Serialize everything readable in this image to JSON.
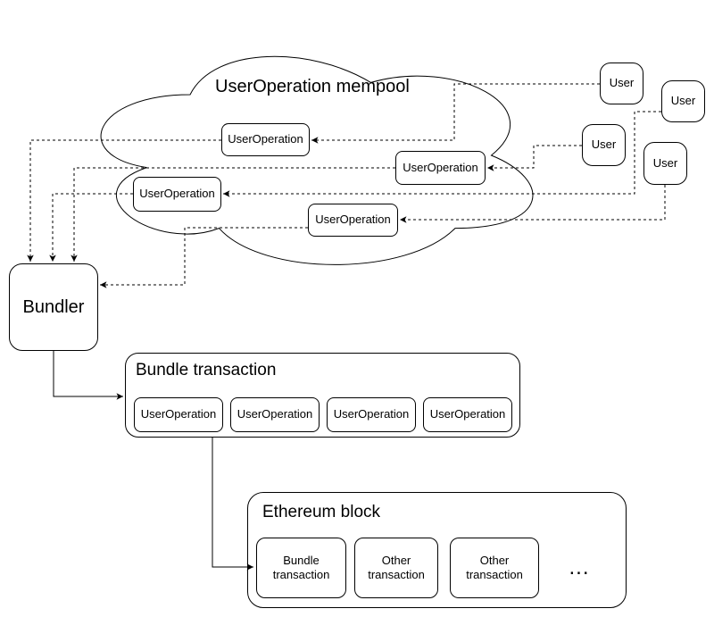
{
  "colors": {
    "stroke": "#000000",
    "background": "#ffffff"
  },
  "mempool": {
    "title": "UserOperation mempool"
  },
  "cloud_userops": [
    {
      "label": "UserOperation"
    },
    {
      "label": "UserOperation"
    },
    {
      "label": "UserOperation"
    },
    {
      "label": "UserOperation"
    }
  ],
  "users": [
    {
      "label": "User"
    },
    {
      "label": "User"
    },
    {
      "label": "User"
    },
    {
      "label": "User"
    }
  ],
  "bundler": {
    "label": "Bundler"
  },
  "bundle_transaction": {
    "title": "Bundle transaction",
    "userops": [
      {
        "label": "UserOperation"
      },
      {
        "label": "UserOperation"
      },
      {
        "label": "UserOperation"
      },
      {
        "label": "UserOperation"
      }
    ]
  },
  "ethereum_block": {
    "title": "Ethereum block",
    "transactions": [
      {
        "label": "Bundle transaction"
      },
      {
        "label": "Other transaction"
      },
      {
        "label": "Other transaction"
      }
    ],
    "ellipsis": "..."
  }
}
